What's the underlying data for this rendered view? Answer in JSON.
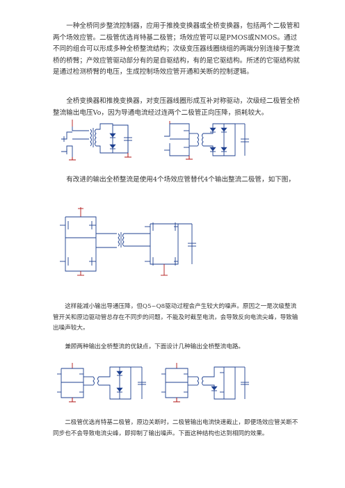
{
  "paragraphs": [
    "一种全桥同步整流控制器，应用于推挽变换器或全桥变换器，包括两个二极管和两个场效应管。二极管优选肖特基二极管；场效应管可以是PMOS或NMOS。通过不同的组合可以形成多种全桥整流结构；次级变压器线圈绕组的两端分别连接于整流桥的桥臂；产效应管驱动部分有的是自驱结构，有的是它驱结构。所述的它驱结构就是通过检测桥臂的电压，生成控制场效应管开通和关断的控制逻辑。",
    "全桥变换器和推挽变换器，对变压器线圈形成互补对称驱动，次级经二极管全桥整流输出电压Vo，因为导通电流经过连两个二极管正向压降，损耗较大。",
    "有改进的输出全桥整流是使用4个场效应管替代4个输出整流二极管，如下图，",
    "这样能减小输出导通压降，但Q5~Q8驱动过程会产生较大的噪声。原因之一是次级整流管开关和原边驱动管总存在不同步的问题，不能及时截至电流，会导致反向电流尖峰，导致输出噪声较大。",
    "兼顾两种输出全桥整流的优缺点，下面设计几种输出全桥整流电路。",
    "二极管优选肖特基二极管，原边关断时，二极管输出电流快速截止，即便场效应管关断不同步也不会导致电流尖峰，即抑制了输出噪声。下面这种结构也达到相同的效果。"
  ],
  "figures": {
    "fig1_left": "push-pull-diode-bridge",
    "fig1_right": "full-bridge-diode-bridge",
    "fig2": "full-bridge-mosfet-rectifier",
    "fig3_left": "hybrid-rectifier-a",
    "fig3_right": "hybrid-rectifier-b"
  },
  "colors": {
    "wire": "#1c3f8f",
    "ground": "#b01515",
    "text": "#333333"
  }
}
